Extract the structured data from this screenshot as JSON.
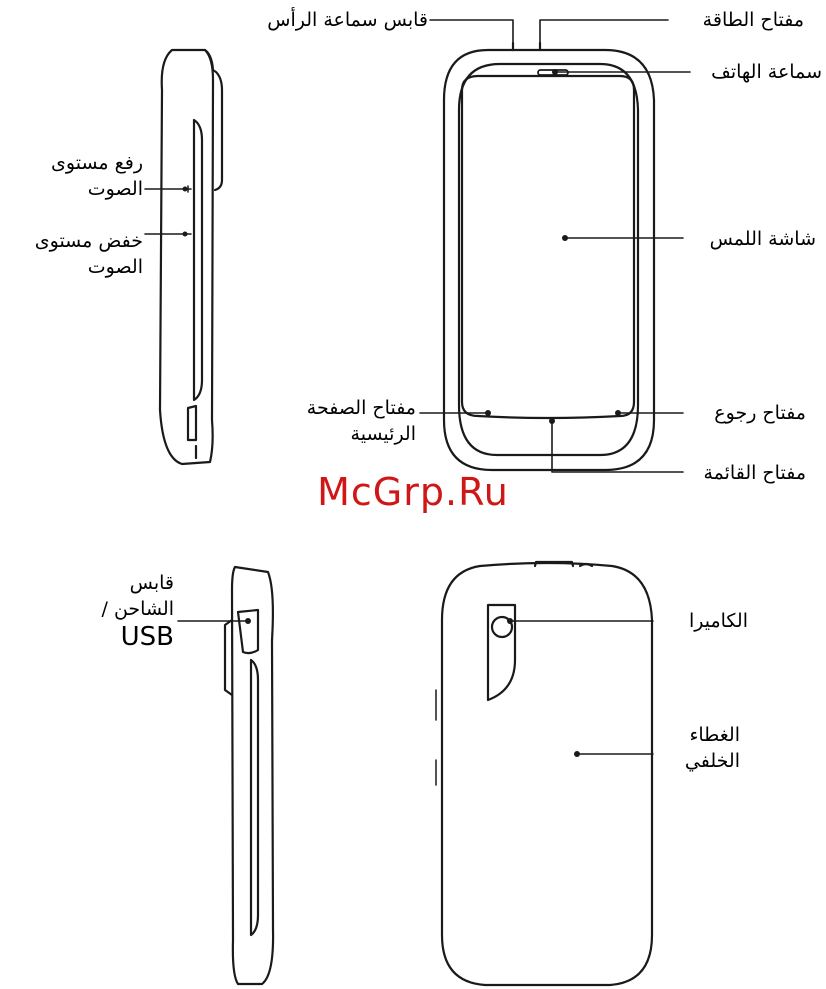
{
  "labels": {
    "headset_jack": "قابس سماعة الرأس",
    "power_key": "مفتاح الطاقة",
    "earpiece": "سماعة الهاتف",
    "volume_up": [
      "رفع مستوى",
      "الصوت"
    ],
    "volume_down": [
      "خفض مستوى",
      "الصوت"
    ],
    "touch_screen": "شاشة اللمس",
    "home_key": [
      "مفتاح الصفحة",
      "الرئيسية"
    ],
    "back_key": "مفتاح رجوع",
    "menu_key": "مفتاح القائمة",
    "charger_port": [
      "قابس",
      "الشاحن /",
      "USB"
    ],
    "camera": "الكاميرا",
    "back_cover": [
      "الغطاء",
      "الخلفي"
    ]
  },
  "watermark": "McGrp.Ru",
  "colors": {
    "line": "#1a1a1a",
    "watermark": "#d01717"
  }
}
